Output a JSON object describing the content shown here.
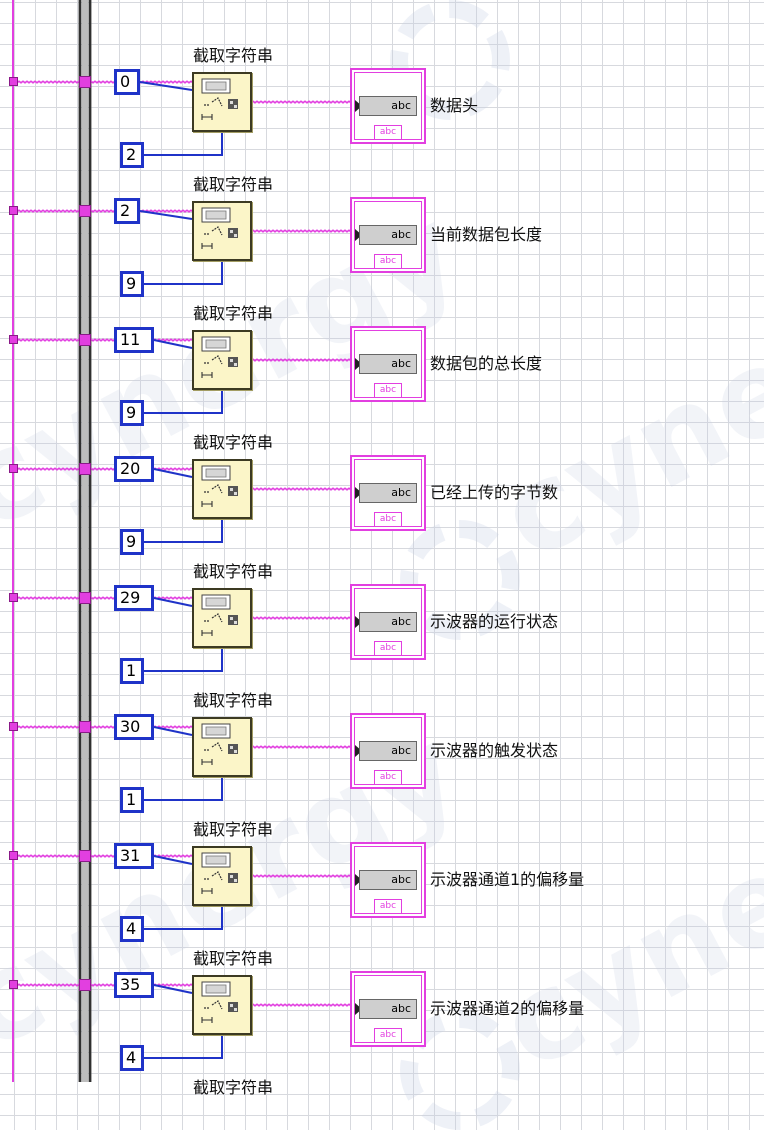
{
  "node_title": "截取字符串",
  "indicator_field_text": "abc",
  "indicator_tag_text": "abc",
  "watermark": "cynergy",
  "colors": {
    "string_wire": "#e23fe0",
    "numeric_wire": "#1f33c8",
    "bus": "#5a5a5a",
    "node_bg": "#fbf5c8",
    "grid": "#d7d9de"
  },
  "nodes": [
    {
      "offset": "0",
      "length": "2",
      "indicator_label": "数据头"
    },
    {
      "offset": "2",
      "length": "9",
      "indicator_label": "当前数据包长度"
    },
    {
      "offset": "11",
      "length": "9",
      "indicator_label": "数据包的总长度"
    },
    {
      "offset": "20",
      "length": "9",
      "indicator_label": "已经上传的字节数"
    },
    {
      "offset": "29",
      "length": "1",
      "indicator_label": "示波器的运行状态"
    },
    {
      "offset": "30",
      "length": "1",
      "indicator_label": "示波器的触发状态"
    },
    {
      "offset": "31",
      "length": "4",
      "indicator_label": "示波器通道1的偏移量"
    },
    {
      "offset": "35",
      "length": "4",
      "indicator_label": "示波器通道2的偏移量"
    }
  ]
}
